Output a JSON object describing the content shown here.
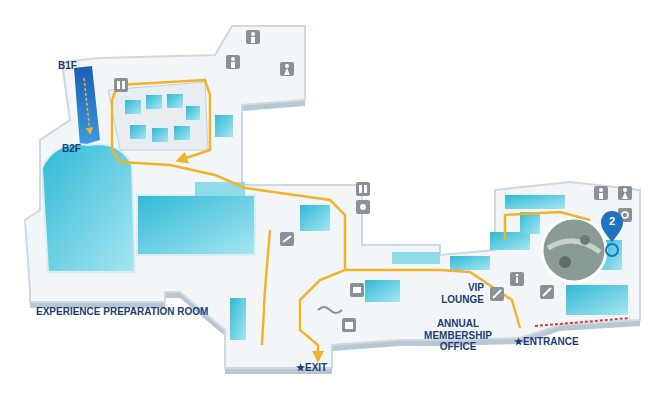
{
  "diagram": {
    "labels": [
      "B1F",
      "B2F",
      "EXPERIENCE PREPARATION ROOM",
      "VIP LOUNGE",
      "ANNUAL MEMBERSHIP OFFICE",
      "★ENTRANCE",
      "★EXIT",
      "2"
    ]
  }
}
